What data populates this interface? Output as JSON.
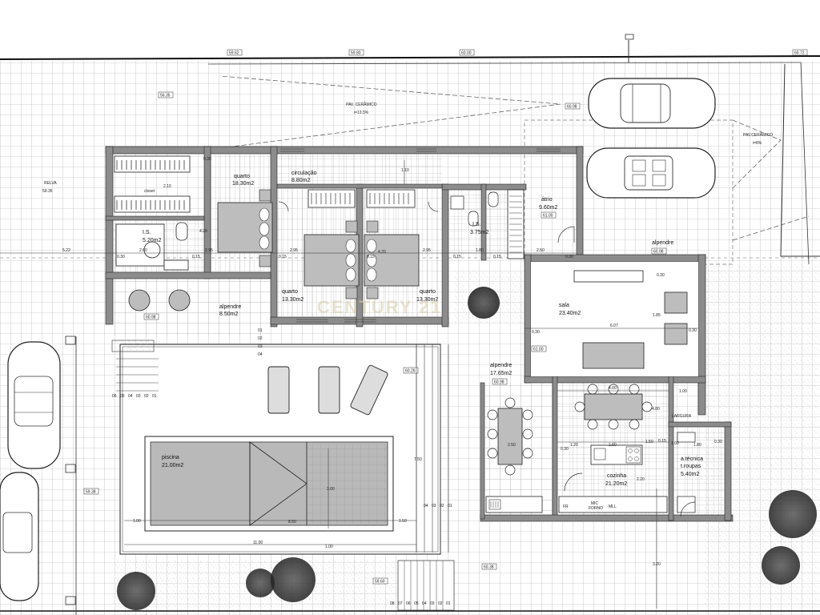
{
  "rooms": {
    "closet": "closet",
    "ws1": "I.S.",
    "ws1_area": "5.20m2",
    "quarto1": "quarto",
    "quarto1_area": "18.30m2",
    "circulacao": "circulação",
    "circulacao_area": "8.80m2",
    "quarto2": "quarto",
    "quarto2_area": "13.30m2",
    "quarto3": "quarto",
    "quarto3_area": "13.30m2",
    "ws2": "I.S.",
    "ws2_area": "3.75m2",
    "atrio": "átrio",
    "atrio_area": "9.60m2",
    "alpendre1": "alpendre",
    "alpendre1_area": "8.50m2",
    "sala": "sala",
    "sala_area": "23.40m2",
    "alpendre2": "alpendre",
    "alpendre2_area": "17.65m2",
    "cozinha": "cozinha",
    "cozinha_area": "21.20m2",
    "lavandaria": "LARGURA",
    "atecnica": "a.técnica",
    "atecnica_sub": "t.roupas",
    "atecnica_area": "5.40m2",
    "alpendre3": "alpendre",
    "piscina": "piscina",
    "piscina_area": "21.00m2"
  },
  "ground": {
    "relva": "RELVA",
    "relva_level": "59.35",
    "pav1": "PAV. CERÂMICO",
    "pav1_slope": "i=13.5%",
    "pav2": "PAV.CERÂMICO",
    "pav2_slope": "i=8%"
  },
  "appliances": {
    "fr": "FR",
    "mic": "MIC",
    "forno": "FORNO",
    "mll": "MLL"
  },
  "levels": {
    "top1": "59.62",
    "top2": "59.80",
    "top3": "60.00",
    "top4": "60.72",
    "l_5635": "56.35",
    "l_6098_a": "60.98",
    "l_6098_b": "60.98",
    "l_6098_c": "60.98",
    "l_6098_d": "60.98",
    "l_6100_a": "61.00",
    "l_6100_b": "61.00",
    "l_6026": "60.26",
    "l_5938": "59.38",
    "l_5960": "59.60",
    "l_6038": "60.38",
    "l_6098_e": "60.98"
  },
  "dims": {
    "d_522": "5.22",
    "d_030_a": "0.30",
    "d_260": "2.60",
    "d_015_a": "0.15",
    "d_295_a": "2.95",
    "d_015_b": "0.15",
    "d_295_b": "2.95",
    "d_015_c": "0.15",
    "d_295_c": "2.95",
    "d_015_d": "0.15",
    "d_180": "1.80",
    "d_015_e": "0.15",
    "d_250": "2.50",
    "d_030_b": "0.30",
    "d_607": "6.07",
    "d_030_c": "0.30",
    "d_030_d": "0.30",
    "d_100": "1.00",
    "d_400": "4.00",
    "d_120": "1.20",
    "d_160": "1.60",
    "d_150": "1.50",
    "d_100b": "1.00",
    "d_180b": "1.80",
    "d_030_e": "0.30",
    "d_250b": "2.50",
    "d_030_f": "0.30",
    "d_850": "8.50",
    "d_100c": "1.00",
    "d_150b": "1.50",
    "d_1100": "11.00",
    "d_750": "7.50",
    "d_300": "3.00",
    "d_100d": "1.00",
    "d_320": "3.20",
    "d_030_g": "0.30",
    "d_110": "1.10",
    "d_425": "4.25",
    "d_480": "4.80",
    "d_420": "4.20",
    "d_220": "2.20",
    "d_030_h": "0.30",
    "d_185": "1.85",
    "d_210": "2.10",
    "d_015_f": "0.15"
  },
  "steps": {
    "s1": "06",
    "s2": "05",
    "s3": "04",
    "s4": "03",
    "s5": "02",
    "s6": "01",
    "p1": "04",
    "p2": "03",
    "p3": "02",
    "p4": "01",
    "b1": "08",
    "b2": "07",
    "b3": "06",
    "b4": "05",
    "b5": "04",
    "b6": "03",
    "b7": "02",
    "b8": "01",
    "r1": "01",
    "r2": "02",
    "r3": "03",
    "r4": "04"
  },
  "watermark": "CENTURY 21",
  "colors": {
    "wall": "#8c8c8c",
    "wall_edge": "#222222",
    "furniture": "#bdbdbd",
    "grid": "#9a9a9a",
    "tree": "#333333"
  }
}
